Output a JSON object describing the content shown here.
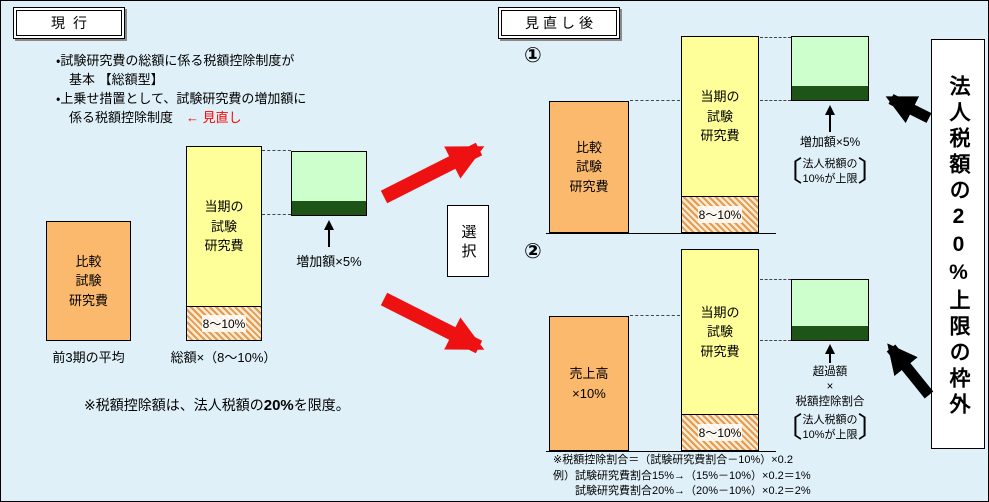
{
  "titles": {
    "current": "現行",
    "revised": "見直し後",
    "select": "選択"
  },
  "intro": {
    "line1": "・試験研究費の総額に係る税額控除制度が",
    "line2": "基本 【総額型】",
    "line3": "・上乗せ措置として、試験研究費の増加額に",
    "line4": "係る税額控除制度　",
    "line4_red": "← 見直し"
  },
  "current_chart": {
    "compare_bar": "比較\n試験\n研究費",
    "compare_caption": "前3期の平均",
    "current_bar": "当期の\n試験\n研究費",
    "hatch_label": "8～10%",
    "current_caption": "総額×（8～10%）",
    "increase_label": "増加額×5%",
    "note_pre": "※税額控除額は、法人税額の",
    "note_bold": "20%",
    "note_post": "を限度。"
  },
  "option1": {
    "number": "①",
    "compare_bar": "比較\n試験\n研究費",
    "current_bar": "当期の\n試験\n研究費",
    "hatch_label": "8～10%",
    "increase_label": "増加額×5%",
    "cap_line1": "法人税額の",
    "cap_line2": "10%が上限"
  },
  "option2": {
    "number": "②",
    "sales_bar": "売上高\n×10%",
    "current_bar": "当期の\n試験\n研究費",
    "hatch_label": "8～10%",
    "excess_l1": "超過額",
    "excess_l2": "×",
    "excess_l3": "税額控除割合",
    "cap_line1": "法人税額の",
    "cap_line2": "10%が上限",
    "notes": "※税額控除割合＝（試験研究費割合－10%）×0.2\n例）試験研究費割合15%→（15%－10%）×0.2＝1%\n　　試験研究費割合20%→（20%－10%）×0.2＝2%"
  },
  "side_note": "法人税額の20%上限の枠外",
  "glyphs": {
    "bracket_open": "〔",
    "bracket_close": "〕"
  },
  "colors": {
    "background": "#DFF0F8",
    "bar_orange": "#FBB96E",
    "bar_yellow": "#FFFF99",
    "increase_green": "#CCFFCC",
    "credit_dark_green": "#1E5418",
    "arrow_red": "#EE1111",
    "highlight_red_text": "#FF0000"
  }
}
